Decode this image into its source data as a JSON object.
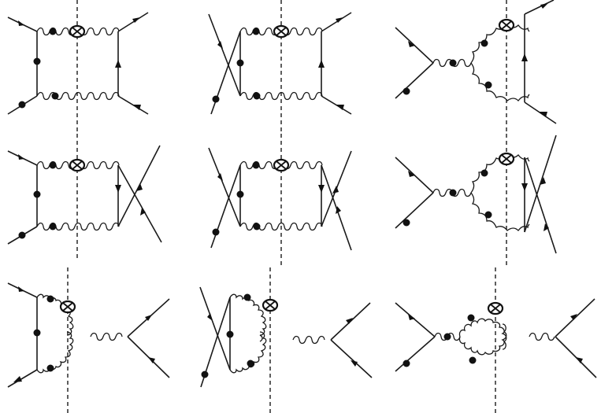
{
  "figure": {
    "rows": 3,
    "cols": 3,
    "diagrams": [
      {
        "topology": "box",
        "variant": "planar-external-left",
        "cut": "vertical",
        "insertion": "operator-on-top-gluon"
      },
      {
        "topology": "box",
        "variant": "crossed-external-left",
        "cut": "vertical",
        "insertion": "operator-on-top-gluon"
      },
      {
        "topology": "triangle",
        "variant": "s-channel-gluon",
        "cut": "vertical",
        "insertion": "operator-on-upper-gluon"
      },
      {
        "topology": "box",
        "variant": "crossed-external-right",
        "cut": "vertical",
        "insertion": "operator-on-top-gluon"
      },
      {
        "topology": "box",
        "variant": "double-crossed",
        "cut": "vertical",
        "insertion": "operator-on-top-gluon"
      },
      {
        "topology": "triangle",
        "variant": "s-channel-gluon-crossed",
        "cut": "vertical",
        "insertion": "operator-on-upper-gluon"
      },
      {
        "topology": "triangle",
        "variant": "quark-loop-left",
        "cut": "vertical",
        "insertion": "operator-on-upper-gluon"
      },
      {
        "topology": "triangle",
        "variant": "quark-loop-left-crossed",
        "cut": "vertical",
        "insertion": "operator-on-upper-gluon"
      },
      {
        "topology": "bubble",
        "variant": "gluon-self-energy",
        "cut": "vertical",
        "insertion": "operator-on-upper-gluon"
      }
    ]
  },
  "colors": {
    "line": "#1a1a1a",
    "background": "#ffffff"
  }
}
